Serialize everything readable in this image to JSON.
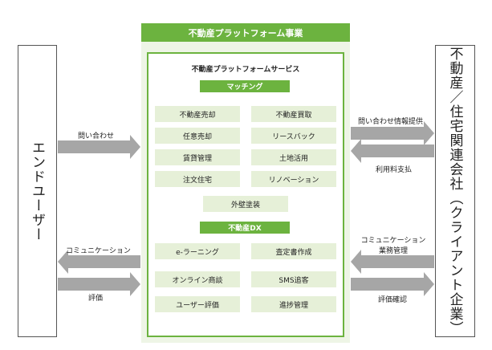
{
  "left_box": {
    "label": "エンドユーザー"
  },
  "right_box": {
    "label": "不動産／住宅関連会社（クライアント企業）"
  },
  "outer": {
    "title": "不動産プラットフォーム事業"
  },
  "service": {
    "title": "不動産プラットフォームサービス",
    "matching": {
      "title": "マッチング",
      "items": [
        "不動産売却",
        "不動産買取",
        "任意売却",
        "リースバック",
        "賃貸管理",
        "土地活用",
        "注文住宅",
        "リノベーション",
        "外壁塗装"
      ]
    },
    "dx": {
      "title": "不動産DX",
      "items": [
        "e-ラーニング",
        "査定書作成",
        "オンライン商談",
        "SMS追客",
        "ユーザー評価",
        "進捗管理"
      ]
    }
  },
  "arrows": {
    "left_inquiry": "問い合わせ",
    "left_communication": "コミュニケーション",
    "left_review": "評価",
    "right_inquiry_info": "問い合わせ情報提供",
    "right_usage_fee": "利用料支払",
    "right_comm_line1": "コミュニケーション",
    "right_comm_line2": "業務管理",
    "right_review_check": "評価確認"
  },
  "colors": {
    "green": "#6cb33f",
    "light_green": "#e6f0d8",
    "arrow_gray": "#a6a6a6"
  }
}
